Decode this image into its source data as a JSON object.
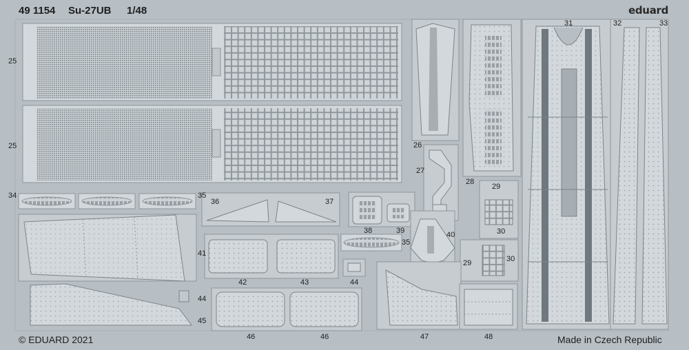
{
  "header": {
    "set_number": "49 1154",
    "aircraft": "Su-27UB",
    "scale": "1/48",
    "brand": "eduard"
  },
  "footer": {
    "copyright": "© EDUARD 2021",
    "origin": "Made in Czech Republic"
  },
  "part_numbers": {
    "p25a": "25",
    "p25b": "25",
    "p26": "26",
    "p27": "27",
    "p28": "28",
    "p29a": "29",
    "p29b": "29",
    "p30a": "30",
    "p30b": "30",
    "p31": "31",
    "p32": "32",
    "p33": "33",
    "p34": "34",
    "p35a": "35",
    "p35b": "35",
    "p36": "36",
    "p37": "37",
    "p38": "38",
    "p39": "39",
    "p40": "40",
    "p41": "41",
    "p42": "42",
    "p43": "43",
    "p44a": "44",
    "p44b": "44",
    "p45": "45",
    "p46a": "46",
    "p46b": "46",
    "p47": "47",
    "p48": "48"
  },
  "colors": {
    "fret_background": "#b8bfc4",
    "part_fill": "#d3d8dc",
    "part_outline": "#8d959b",
    "etched_detail": "#7c848a",
    "dark_channel": "#6f787e",
    "text": "#1e1e1e"
  }
}
